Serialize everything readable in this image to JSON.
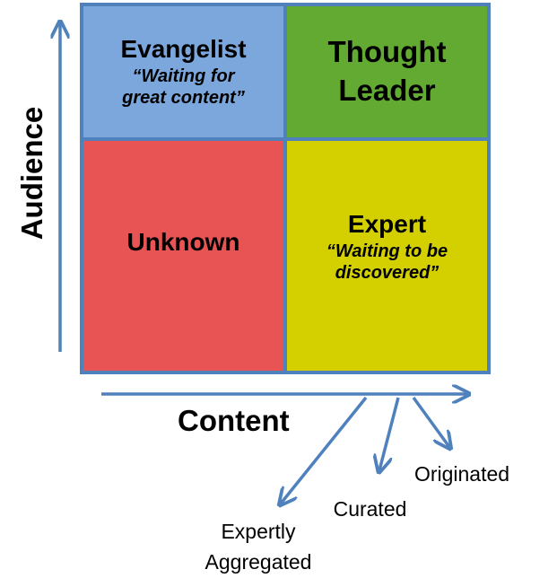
{
  "quadrants": {
    "top_left": {
      "title": "Evangelist",
      "subtitle_line1": "“Waiting for",
      "subtitle_line2": "great content”",
      "color": "#7BA7DC"
    },
    "top_right": {
      "title_line1": "Thought",
      "title_line2": "Leader",
      "color": "#63AA33"
    },
    "bottom_left": {
      "title": "Unknown",
      "color": "#E85454"
    },
    "bottom_right": {
      "title": "Expert",
      "subtitle_line1": "“Waiting to be",
      "subtitle_line2": "discovered”",
      "color": "#D4D000"
    }
  },
  "axes": {
    "y_label": "Audience",
    "x_label": "Content",
    "arrow_color": "#4F81BD",
    "grid_border_color": "#4F81BD"
  },
  "content_branches": [
    {
      "line1": "Expertly",
      "line2": "Aggregated"
    },
    {
      "line1": "Curated"
    },
    {
      "line1": "Originated"
    }
  ]
}
